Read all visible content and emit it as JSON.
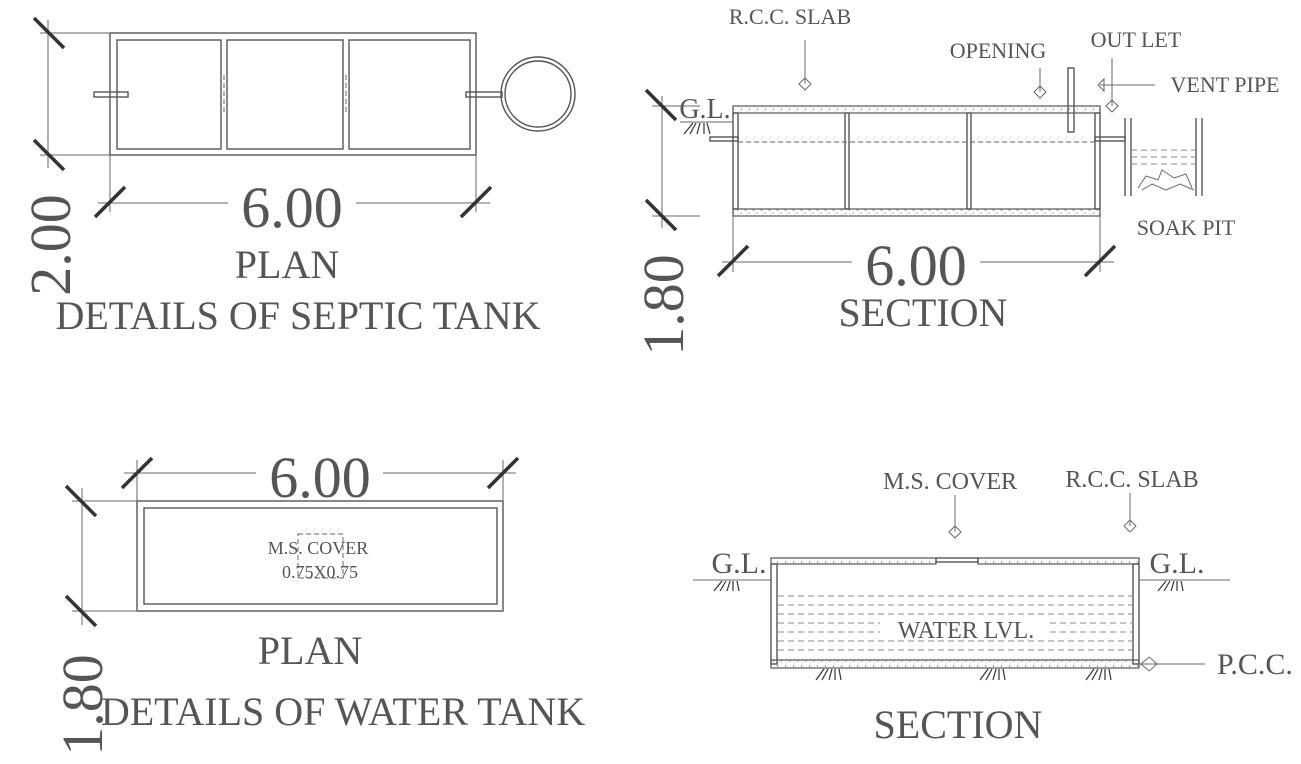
{
  "septic_tank": {
    "plan": {
      "length_dim": "6.00",
      "width_dim": "2.00",
      "caption": "PLAN",
      "title": "DETAILS  OF SEPTIC TANK"
    },
    "section": {
      "rcc_slab": "R.C.C. SLAB",
      "opening": "OPENING",
      "outlet": "OUT LET",
      "vent_pipe": "VENT PIPE",
      "gl": "G.L.",
      "soak_pit": "SOAK PIT",
      "length_dim": "6.00",
      "depth_dim": "1.80",
      "caption": "SECTION"
    }
  },
  "water_tank": {
    "plan": {
      "length_dim": "6.00",
      "width_dim": "1.80",
      "ms_cover": "M.S. COVER",
      "cover_size": "0.75X0.75",
      "caption": "PLAN",
      "title": "DETAILS  OF WATER TANK"
    },
    "section": {
      "ms_cover": "M.S. COVER",
      "rcc_slab": "R.C.C. SLAB",
      "gl_left": "G.L.",
      "gl_right": "G.L.",
      "water_level": "WATER LVL.",
      "pcc": "P.C.C.",
      "caption": "SECTION"
    }
  }
}
